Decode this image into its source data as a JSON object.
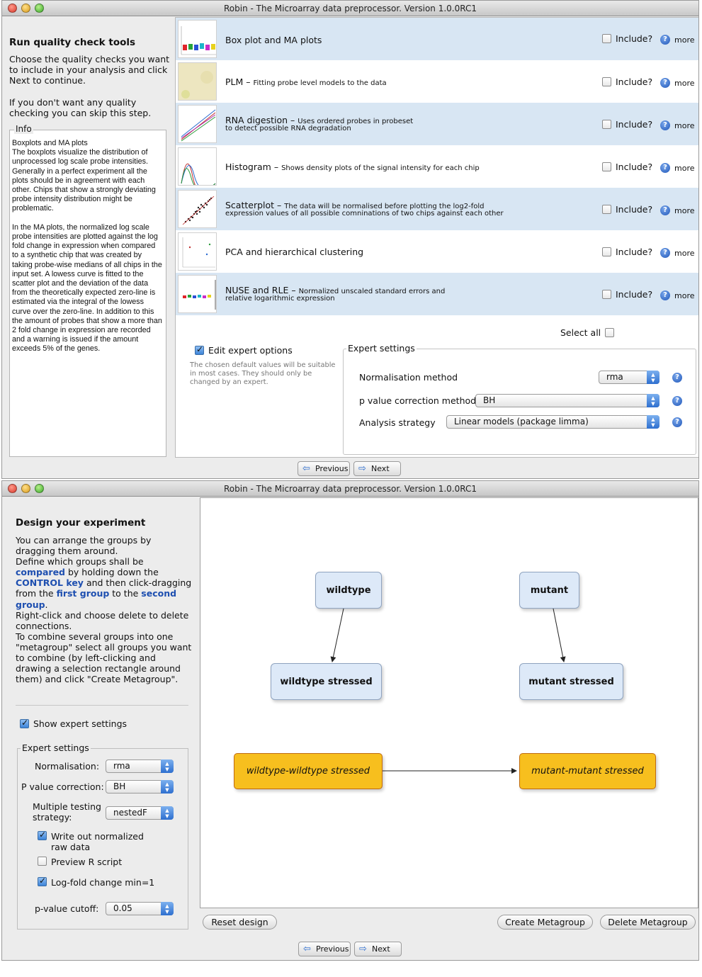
{
  "window1": {
    "title": "Robin - The Microarray data preprocessor. Version 1.0.0RC1",
    "left": {
      "heading": "Run quality check tools",
      "paragraph1": "Choose the quality checks you want to include in your analysis and click Next to continue.",
      "paragraph2": "If you don't want any quality checking you can skip this step.",
      "info_label": "Info",
      "info_text": "Boxplots and MA plots\nThe boxplots visualize the distribution of unprocessed log scale probe intensities. Generally in a perfect experiment all the plots should be in agreement with each other. Chips that show a strongly deviating probe intensity distribution might be problematic.\n\nIn the MA plots, the normalized log scale probe intensities are plotted against the log fold change in expression when compared to a synthetic chip that was created by taking probe-wise medians of all chips in the input set. A lowess curve is fitted to the scatter plot and the deviation of the data from the theoretically expected zero-line is estimated via the integral of the lowess curve over the zero-line. In addition to this the amount of probes that show a more than 2 fold change in expression are recorded and a warning is issued if the amount exceeds 5% of the genes."
    },
    "quality_checks": [
      {
        "name": "Box plot and MA plots",
        "desc": "",
        "desc2": ""
      },
      {
        "name": "PLM",
        "desc": "Fitting probe level models to the data",
        "desc2": ""
      },
      {
        "name": "RNA digestion",
        "desc": "Uses ordered probes in probeset",
        "desc2": "to detect possible RNA degradation"
      },
      {
        "name": "Histogram",
        "desc": "Shows density plots of the signal intensity for each chip",
        "desc2": ""
      },
      {
        "name": "Scatterplot",
        "desc": "The data will be normalised before plotting the log2-fold",
        "desc2": "expression values of all possible comninations of two chips against each other"
      },
      {
        "name": "PCA and hierarchical clustering",
        "desc": "",
        "desc2": ""
      },
      {
        "name": "NUSE and RLE",
        "desc": "Normalized unscaled standard errors and",
        "desc2": "relative logarithmic expression"
      }
    ],
    "dash": "–",
    "include_label": "Include?",
    "more_label": "more",
    "select_all_label": "Select all",
    "edit_expert_label": "Edit expert options",
    "expert_note": "The chosen default values will be suitable in most cases. They should only be changed by an expert.",
    "expert_settings_label": "Expert settings",
    "normalisation_label": "Normalisation method",
    "normalisation_value": "rma",
    "pvalue_label": "p value correction method",
    "pvalue_value": "BH",
    "strategy_label": "Analysis strategy",
    "strategy_value": "Linear models (package limma)",
    "previous_label": "Previous",
    "next_label": "Next"
  },
  "window2": {
    "title": "Robin - The Microarray data preprocessor. Version 1.0.0RC1",
    "heading": "Design your experiment",
    "instr": {
      "p1": "You can arrange the groups by dragging them around.",
      "p2a": "Define which groups shall be ",
      "compared": "compared",
      "p2b": " by holding down the ",
      "control_key": "CONTROL key",
      "p2c": " and then click-dragging from the ",
      "first_group": "first group",
      "p2d": " to the ",
      "second_group": "second group",
      "p2e": ".",
      "p3": "Right-click and choose delete to delete connections.",
      "p4": "To combine several groups into one \"metagroup\" select all groups you want to combine (by left-clicking and drawing a selection rectangle around them) and click \"Create Metagroup\"."
    },
    "show_expert_label": "Show expert settings",
    "expert_settings_label": "Expert settings",
    "normalisation_label": "Normalisation:",
    "normalisation_value": "rma",
    "pvalue_label": "P value correction:",
    "pvalue_value": "BH",
    "multiple_testing_label": "Multiple testing strategy:",
    "multiple_testing_value": "nestedF",
    "write_out_label": "Write out normalized raw data",
    "preview_label": "Preview R script",
    "logfold_label": "Log-fold change min=1",
    "pvalue_cutoff_label": "p-value cutoff:",
    "pvalue_cutoff_value": "0.05",
    "nodes": {
      "wildtype": "wildtype",
      "mutant": "mutant",
      "wildtype_stressed": "wildtype stressed",
      "mutant_stressed": "mutant stressed",
      "meta_wildtype": "wildtype-wildtype stressed",
      "meta_mutant": "mutant-mutant stressed"
    },
    "reset_label": "Reset design",
    "create_meta_label": "Create Metagroup",
    "delete_meta_label": "Delete Metagroup",
    "previous_label": "Previous",
    "next_label": "Next"
  }
}
